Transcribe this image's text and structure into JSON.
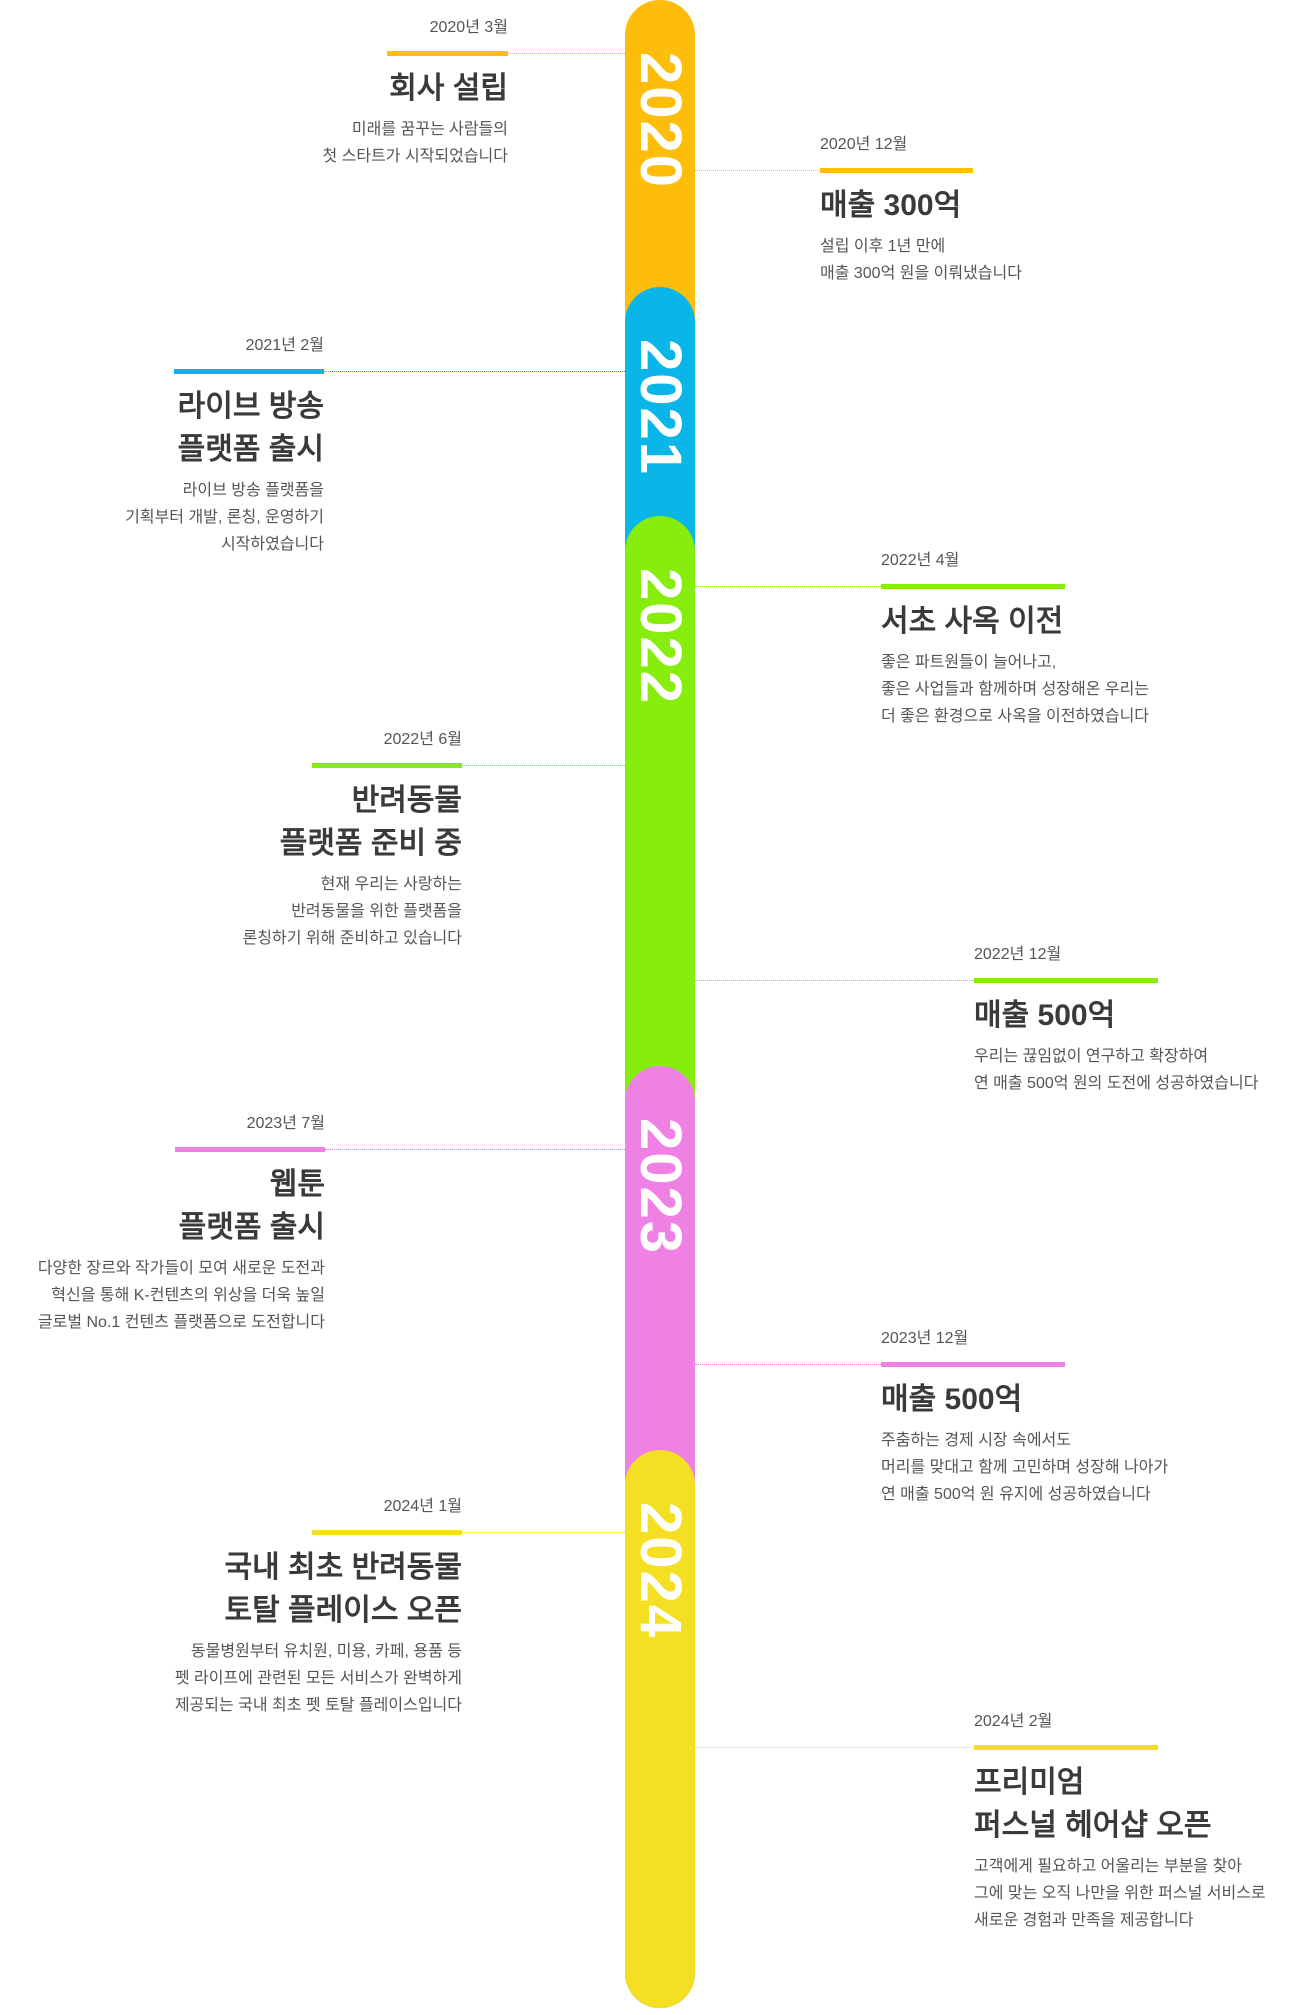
{
  "years": [
    {
      "label": "2020",
      "color": "#FFBD0B"
    },
    {
      "label": "2021",
      "color": "#0AB6E8"
    },
    {
      "label": "2022",
      "color": "#86ED0C"
    },
    {
      "label": "2023",
      "color": "#F081E4"
    },
    {
      "label": "2024",
      "color": "#F4DF22"
    }
  ],
  "events": [
    {
      "date": "2020년 3월",
      "title": [
        "회사 설립"
      ],
      "desc": [
        "미래를 꿈꾸는 사람들의",
        "첫 스타트가 시작되었습니다"
      ],
      "color": "#FFBD0B"
    },
    {
      "date": "2020년 12월",
      "title": [
        "매출 300억"
      ],
      "desc": [
        "설립 이후 1년 만에",
        "매출 300억 원을 이뤄냈습니다"
      ],
      "color": "#FFBD0B"
    },
    {
      "date": "2021년 2월",
      "title": [
        "라이브 방송",
        "플랫폼 출시"
      ],
      "desc": [
        "라이브 방송 플랫폼을",
        "기획부터 개발, 론칭, 운영하기",
        "시작하였습니다"
      ],
      "color": "#0AB6E8"
    },
    {
      "date": "2022년 4월",
      "title": [
        "서초 사옥 이전"
      ],
      "desc": [
        "좋은 파트원들이 늘어나고,",
        "좋은 사업들과 함께하며 성장해온 우리는",
        "더 좋은 환경으로 사옥을 이전하였습니다"
      ],
      "color": "#86ED0C"
    },
    {
      "date": "2022년 6월",
      "title": [
        "반려동물",
        "플랫폼 준비 중"
      ],
      "desc": [
        "현재 우리는 사랑하는",
        "반려동물을 위한 플랫폼을",
        "론칭하기 위해 준비하고 있습니다"
      ],
      "color": "#86ED0C"
    },
    {
      "date": "2022년 12월",
      "title": [
        "매출 500억"
      ],
      "desc": [
        "우리는 끊임없이 연구하고 확장하여",
        "연 매출 500억 원의 도전에 성공하였습니다"
      ],
      "color": "#86ED0C"
    },
    {
      "date": "2023년 7월",
      "title": [
        "웹툰",
        "플랫폼 출시"
      ],
      "desc": [
        "다양한 장르와 작가들이 모여 새로운 도전과",
        "혁신을 통해 K-컨텐츠의 위상을 더욱 높일",
        "글로벌 No.1 컨텐츠 플랫폼으로 도전합니다"
      ],
      "color": "#F081E4"
    },
    {
      "date": "2023년 12월",
      "title": [
        "매출 500억"
      ],
      "desc": [
        "주춤하는 경제 시장 속에서도",
        "머리를 맞대고 함께 고민하며 성장해 나아가",
        "연 매출 500억 원 유지에 성공하였습니다"
      ],
      "color": "#F081E4"
    },
    {
      "date": "2024년 1월",
      "title": [
        "국내 최초 반려동물",
        "토탈 플레이스 오픈"
      ],
      "desc": [
        "동물병원부터 유치원, 미용, 카페, 용품 등",
        "펫 라이프에 관련된 모든 서비스가 완벽하게",
        "제공되는 국내 최초 펫 토탈 플레이스입니다"
      ],
      "color": "#F4DF22"
    },
    {
      "date": "2024년 2월",
      "title": [
        "프리미엄",
        "퍼스널 헤어샵 오픈"
      ],
      "desc": [
        "고객에게 필요하고 어울리는 부분을 찾아",
        "그에 맞는 오직 나만을 위한 퍼스널 서비스로",
        "새로운 경험과 만족을 제공합니다"
      ],
      "color": "#F4DF22"
    }
  ]
}
